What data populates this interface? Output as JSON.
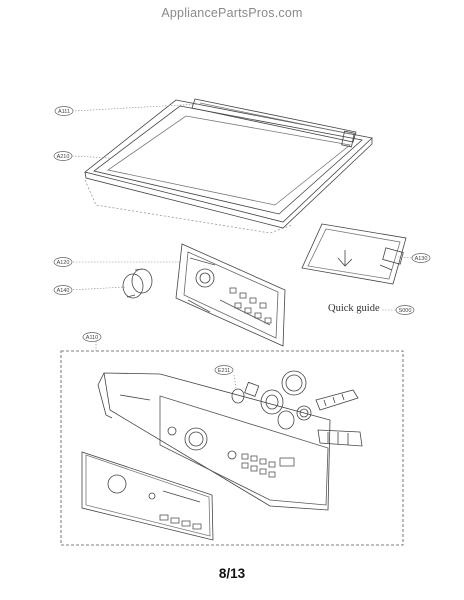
{
  "watermark": "AppliancePartsPros.com",
  "page_number": "8/13",
  "labels": {
    "quick_guide": "Quick guide"
  },
  "callouts": [
    {
      "id": "A111"
    },
    {
      "id": "A210"
    },
    {
      "id": "A120"
    },
    {
      "id": "A140"
    },
    {
      "id": "A130"
    },
    {
      "id": "S000"
    },
    {
      "id": "A110"
    },
    {
      "id": "E211"
    }
  ],
  "colors": {
    "line": "#444444",
    "leader": "#888888",
    "watermark": "#8a8a8a"
  }
}
